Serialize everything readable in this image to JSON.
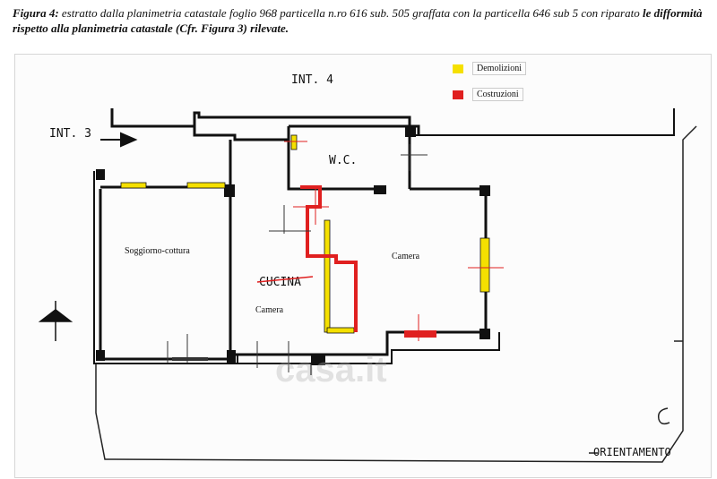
{
  "caption": {
    "figure_label": "Figura 4:",
    "text_plain": " estratto dalla planimetria catastale foglio 968 particella n.ro 616 sub. 505 graffata con la particella 646 sub 5 con riparato ",
    "text_bold": "le difformità rispetto alla planimetria catastale (Cfr. Figura 3) rilevate."
  },
  "legend": {
    "items": [
      {
        "label": "Demolizioni",
        "color": "#f5e000"
      },
      {
        "label": "Costruzioni",
        "color": "#e02020"
      }
    ]
  },
  "labels": {
    "int4": "INT. 4",
    "int3": "INT. 3",
    "wc": "W.C.",
    "soggiorno": "Soggiorno-cottura",
    "camera_right": "Camera",
    "camera_left": "Camera",
    "cucina": "CUCINA",
    "orientamento": "ORIENTAMENTO",
    "watermark": "casa.it"
  },
  "colors": {
    "demolizioni": "#f5e000",
    "costruzioni": "#e02020",
    "wall": "#111111"
  }
}
